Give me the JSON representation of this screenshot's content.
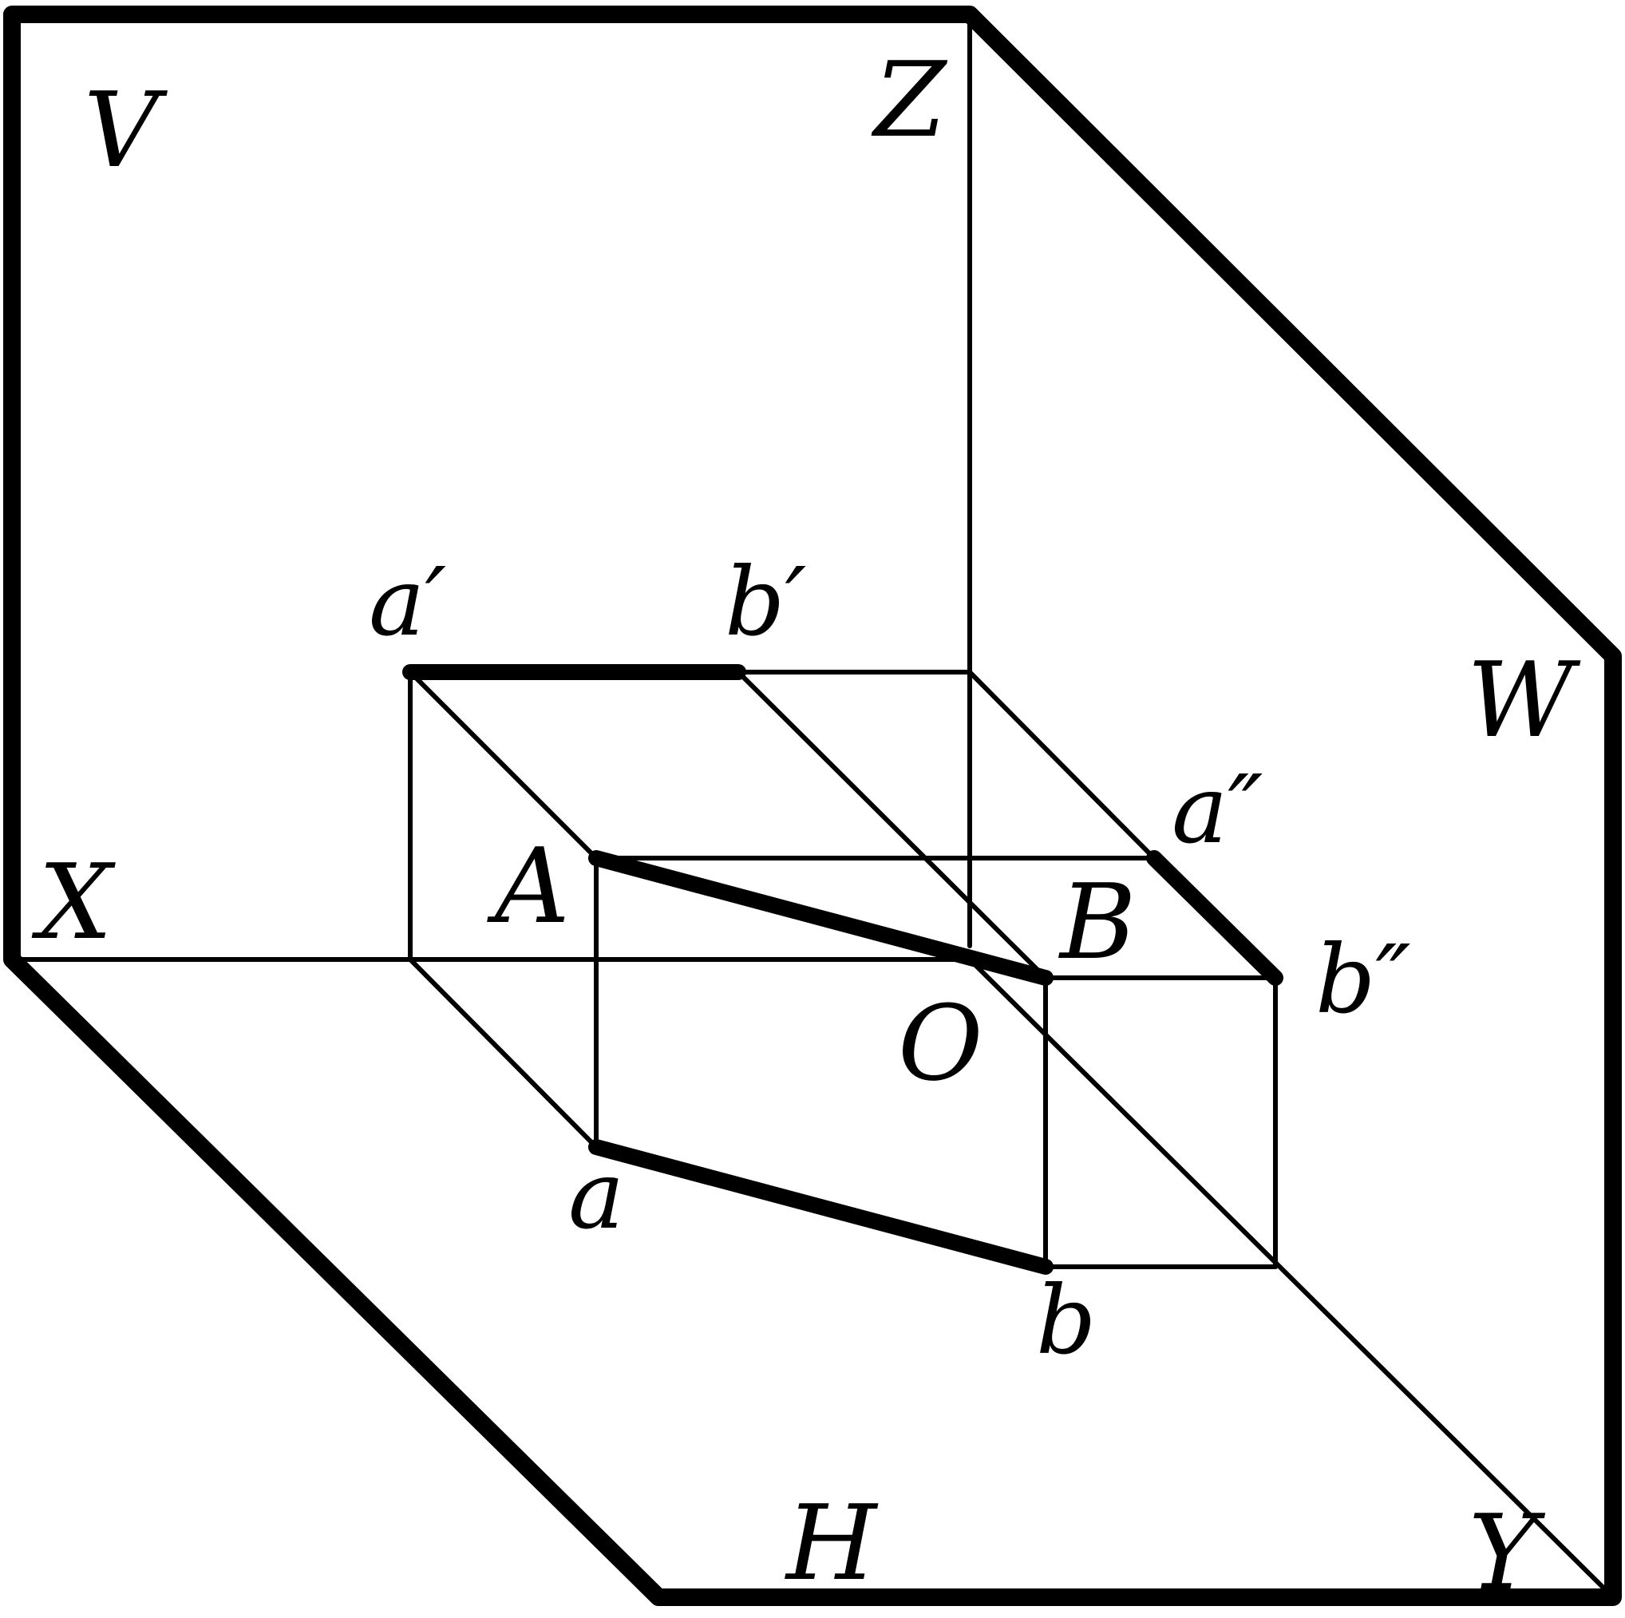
{
  "diagram": {
    "planes": {
      "v": "V",
      "h": "H",
      "w": "W"
    },
    "axes": {
      "x": "X",
      "y": "Y",
      "z": "Z",
      "origin": "O"
    },
    "points": {
      "A": "A",
      "B": "B",
      "a_front": "a′",
      "b_front": "b′",
      "a_top": "a",
      "b_top": "b",
      "a_side": "a″",
      "b_side": "b″"
    },
    "colors": {
      "line": "#000000",
      "background": "#ffffff"
    }
  }
}
